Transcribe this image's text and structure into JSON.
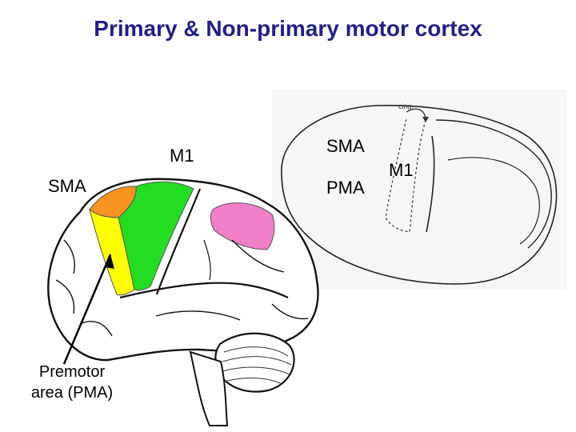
{
  "title": "Primary & Non-primary motor cortex",
  "labels": {
    "m1_left": "M1",
    "sma_left": "SMA",
    "premotor_line1": "Premotor",
    "premotor_line2": "area (PMA)",
    "sma_right": "SMA",
    "pma_right": "PMA",
    "m1_right": "M1",
    "cing": "cing."
  },
  "colors": {
    "title": "#1f1f8f",
    "sma_region": "#f7931e",
    "pma_region": "#ffff00",
    "m1_region": "#22dd22",
    "pink_region": "#f07fc8"
  }
}
